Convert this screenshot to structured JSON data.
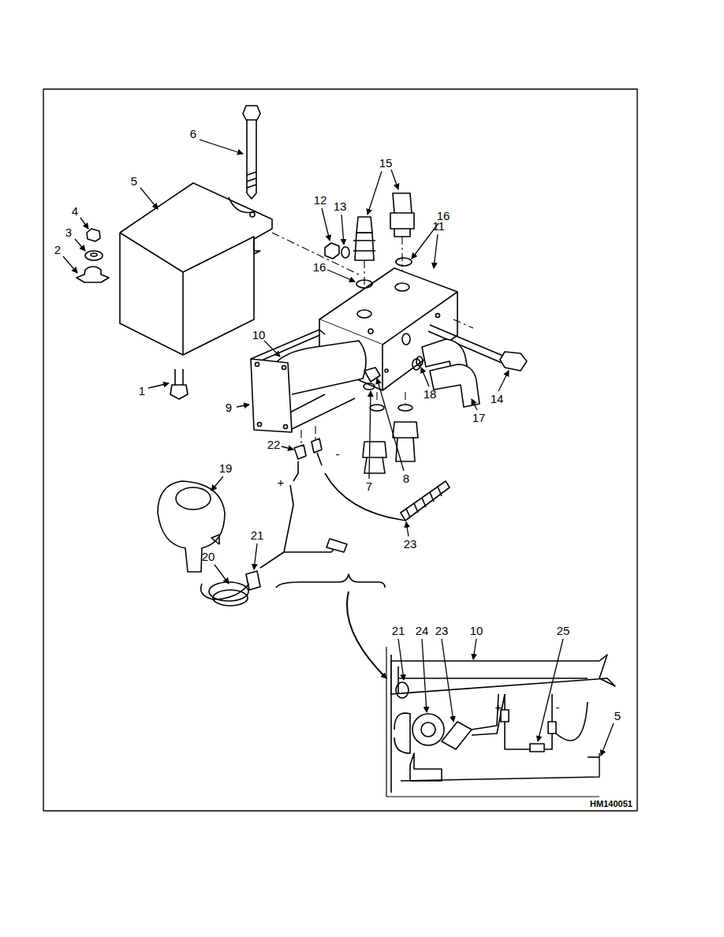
{
  "diagram": {
    "labels": [
      "6",
      "5",
      "15",
      "12",
      "13",
      "16",
      "11",
      "4",
      "3",
      "2",
      "16",
      "10",
      "9",
      "1",
      "14",
      "18",
      "17",
      "22",
      "7",
      "8",
      "19",
      "+",
      "-",
      "21",
      "20",
      "23",
      "21",
      "24",
      "23",
      "10",
      "25",
      "+",
      "-",
      "5",
      "HM140051"
    ]
  }
}
